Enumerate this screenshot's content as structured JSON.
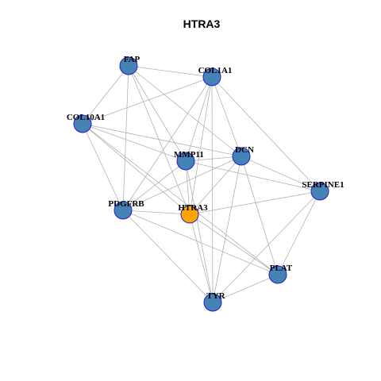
{
  "title": "HTRA3",
  "colors": {
    "background": "#ffffff",
    "edge": "#b3b3b3",
    "node_default": "#4682b4",
    "node_highlight": "#ffa500",
    "node_border": "#1f1fcf"
  },
  "nodes": [
    {
      "id": "FAP",
      "label": "FAP",
      "highlight": false
    },
    {
      "id": "COL1A1",
      "label": "COL1A1",
      "highlight": false
    },
    {
      "id": "COL10A1",
      "label": "COL10A1",
      "highlight": false
    },
    {
      "id": "MMP11",
      "label": "MMP11",
      "highlight": false
    },
    {
      "id": "DCN",
      "label": "DCN",
      "highlight": false
    },
    {
      "id": "SERPINE1",
      "label": "SERPINE1",
      "highlight": false
    },
    {
      "id": "PDGFRB",
      "label": "PDGFRB",
      "highlight": false
    },
    {
      "id": "HTRA3",
      "label": "HTRA3",
      "highlight": true
    },
    {
      "id": "PLAT",
      "label": "PLAT",
      "highlight": false
    },
    {
      "id": "TYR",
      "label": "TYR",
      "highlight": false
    }
  ],
  "edges": [
    [
      "FAP",
      "COL1A1"
    ],
    [
      "FAP",
      "COL10A1"
    ],
    [
      "FAP",
      "MMP11"
    ],
    [
      "FAP",
      "DCN"
    ],
    [
      "FAP",
      "PDGFRB"
    ],
    [
      "FAP",
      "HTRA3"
    ],
    [
      "COL1A1",
      "COL10A1"
    ],
    [
      "COL1A1",
      "MMP11"
    ],
    [
      "COL1A1",
      "DCN"
    ],
    [
      "COL1A1",
      "SERPINE1"
    ],
    [
      "COL1A1",
      "PDGFRB"
    ],
    [
      "COL1A1",
      "HTRA3"
    ],
    [
      "COL1A1",
      "TYR"
    ],
    [
      "COL10A1",
      "MMP11"
    ],
    [
      "COL10A1",
      "DCN"
    ],
    [
      "COL10A1",
      "PDGFRB"
    ],
    [
      "COL10A1",
      "HTRA3"
    ],
    [
      "COL10A1",
      "PLAT"
    ],
    [
      "MMP11",
      "DCN"
    ],
    [
      "MMP11",
      "SERPINE1"
    ],
    [
      "MMP11",
      "PDGFRB"
    ],
    [
      "MMP11",
      "HTRA3"
    ],
    [
      "MMP11",
      "TYR"
    ],
    [
      "DCN",
      "SERPINE1"
    ],
    [
      "DCN",
      "PDGFRB"
    ],
    [
      "DCN",
      "HTRA3"
    ],
    [
      "DCN",
      "PLAT"
    ],
    [
      "DCN",
      "TYR"
    ],
    [
      "SERPINE1",
      "HTRA3"
    ],
    [
      "SERPINE1",
      "PLAT"
    ],
    [
      "SERPINE1",
      "TYR"
    ],
    [
      "PDGFRB",
      "HTRA3"
    ],
    [
      "PDGFRB",
      "PLAT"
    ],
    [
      "PDGFRB",
      "TYR"
    ],
    [
      "HTRA3",
      "PLAT"
    ],
    [
      "HTRA3",
      "TYR"
    ],
    [
      "PLAT",
      "TYR"
    ]
  ]
}
